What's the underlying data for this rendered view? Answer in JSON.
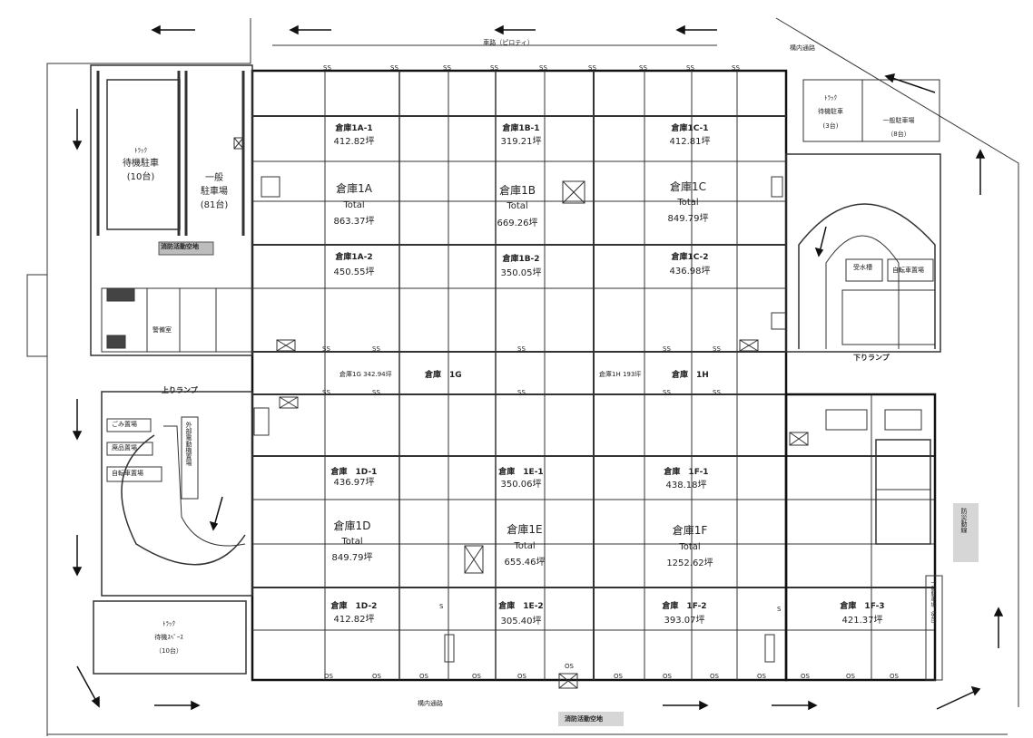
{
  "top": {
    "road_pilotis": "車路（ピロティ）",
    "internal_road_top": "構内通路",
    "internal_road_bottom": "構内通路",
    "fire_space_bottom": "消防活動空地"
  },
  "parking": {
    "truck_wait_left_1": "ﾄﾗｯｸ",
    "truck_wait_left_2": "待機駐車",
    "truck_wait_left_3": "(10台)",
    "general_left_1": "一般",
    "general_left_2": "駐車場",
    "general_left_3": "(81台)",
    "truck_wait_right_1": "ﾄﾗｯｸ",
    "truck_wait_right_2": "待機駐車",
    "truck_wait_right_3": "(3台)",
    "general_right_1": "一般駐車場",
    "general_right_2": "（8台）",
    "truck_space_1": "ﾄﾗｯｸ",
    "truck_space_2": "待機ｽﾍﾟｰｽ",
    "truck_space_3": "（10台）",
    "bicycle_left": "自転車置場",
    "bicycle_right": "自転車置場"
  },
  "warehouses": {
    "w1a1_name": "倉庫1A-1",
    "w1a1_area": "412.82坪",
    "w1b1_name": "倉庫1B-1",
    "w1b1_area": "319.21坪",
    "w1c1_name": "倉庫1C-1",
    "w1c1_area": "412.81坪",
    "w1a_name": "倉庫1A",
    "w1a_total": "Total",
    "w1a_area": "863.37坪",
    "w1b_name": "倉庫1B",
    "w1b_total": "Total",
    "w1b_area": "669.26坪",
    "w1c_name": "倉庫1C",
    "w1c_total": "Total",
    "w1c_area": "849.79坪",
    "w1a2_name": "倉庫1A-2",
    "w1a2_area": "450.55坪",
    "w1b2_name": "倉庫1B-2",
    "w1b2_area": "350.05坪",
    "w1c2_name": "倉庫1C-2",
    "w1c2_area": "436.98坪",
    "w1g_area": "倉庫1G 342.94坪",
    "w1g_name": "倉庫　1G",
    "w1h_area": "倉庫1H 193坪",
    "w1h_name": "倉庫　1H",
    "w1d1_name": "倉庫　1D-1",
    "w1d1_area": "436.97坪",
    "w1e1_name": "倉庫　1E-1",
    "w1e1_area": "350.06坪",
    "w1f1_name": "倉庫　1F-1",
    "w1f1_area": "438.18坪",
    "w1d_name": "倉庫1D",
    "w1d_total": "Total",
    "w1d_area": "849.79坪",
    "w1e_name": "倉庫1E",
    "w1e_total": "Total",
    "w1e_area": "655.46坪",
    "w1f_name": "倉庫1F",
    "w1f_total": "Total",
    "w1f_area": "1252.62坪",
    "w1d2_name": "倉庫　1D-2",
    "w1d2_area": "412.82坪",
    "w1e2_name": "倉庫　1E-2",
    "w1e2_area": "305.40坪",
    "w1f2_name": "倉庫　1F-2",
    "w1f2_area": "393.07坪",
    "w1f3_name": "倉庫　1F-3",
    "w1f3_area": "421.37坪"
  },
  "ramps": {
    "up": "上りランプ",
    "down": "下りランプ"
  },
  "facilities": {
    "water_tank": "受水槽",
    "bike_right": "自転車置場",
    "garbage": "ごみ置場",
    "waste": "廃品置場",
    "fire_space_left": "消防活動空地",
    "ext_storage": "外部電動機置場",
    "guard": "警備室",
    "fire_space_right_v": "防災動線",
    "general_parking_v": "一般駐車場（8台）"
  },
  "marks": {
    "ss": "SS",
    "os": "OS",
    "s": "S"
  },
  "colors": {
    "line": "#333333",
    "thick": "#111111",
    "grey_fill": "#bdbdbd"
  }
}
